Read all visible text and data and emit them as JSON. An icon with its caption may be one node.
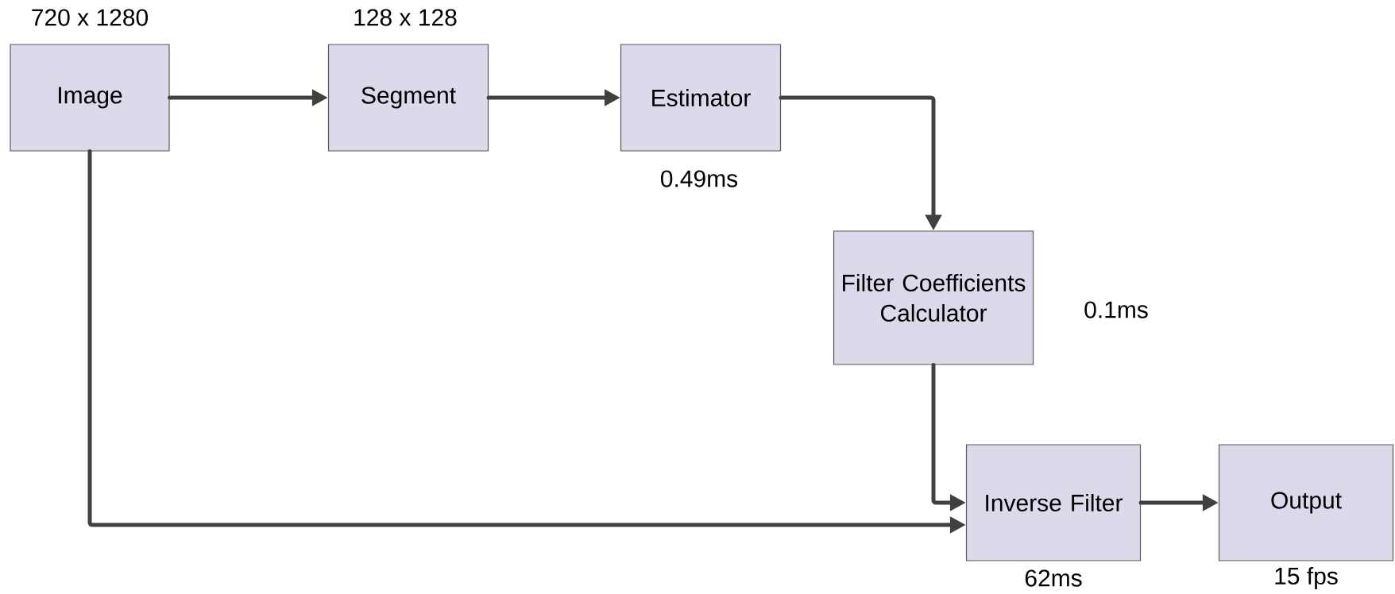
{
  "diagram": {
    "nodes": [
      {
        "text": [
          "Image"
        ],
        "beside": [
          "720 x 1280"
        ]
      },
      {
        "text": [
          "Segment"
        ],
        "beside": [
          "128 x 128"
        ]
      },
      {
        "text": [
          "Estimator"
        ],
        "beside": [
          "0.49ms"
        ]
      },
      {
        "text": [
          "Filter Coefficients Calculator"
        ],
        "beside": [
          "0.1ms"
        ]
      },
      {
        "text": [
          "Inverse Filter"
        ],
        "beside": [
          "62ms"
        ]
      },
      {
        "text": [
          "Output"
        ],
        "beside": [
          "15 fps"
        ]
      }
    ],
    "edges": [
      {
        "from": 0,
        "to": 1,
        "arrow": "to"
      },
      {
        "from": 1,
        "to": 2,
        "arrow": "to"
      },
      {
        "from": 2,
        "to": 3,
        "arrow": "to"
      },
      {
        "from": 3,
        "to": 4,
        "arrow": "to"
      },
      {
        "from": 0,
        "to": 4,
        "arrow": "to"
      },
      {
        "from": 4,
        "to": 5,
        "arrow": "to"
      }
    ]
  }
}
